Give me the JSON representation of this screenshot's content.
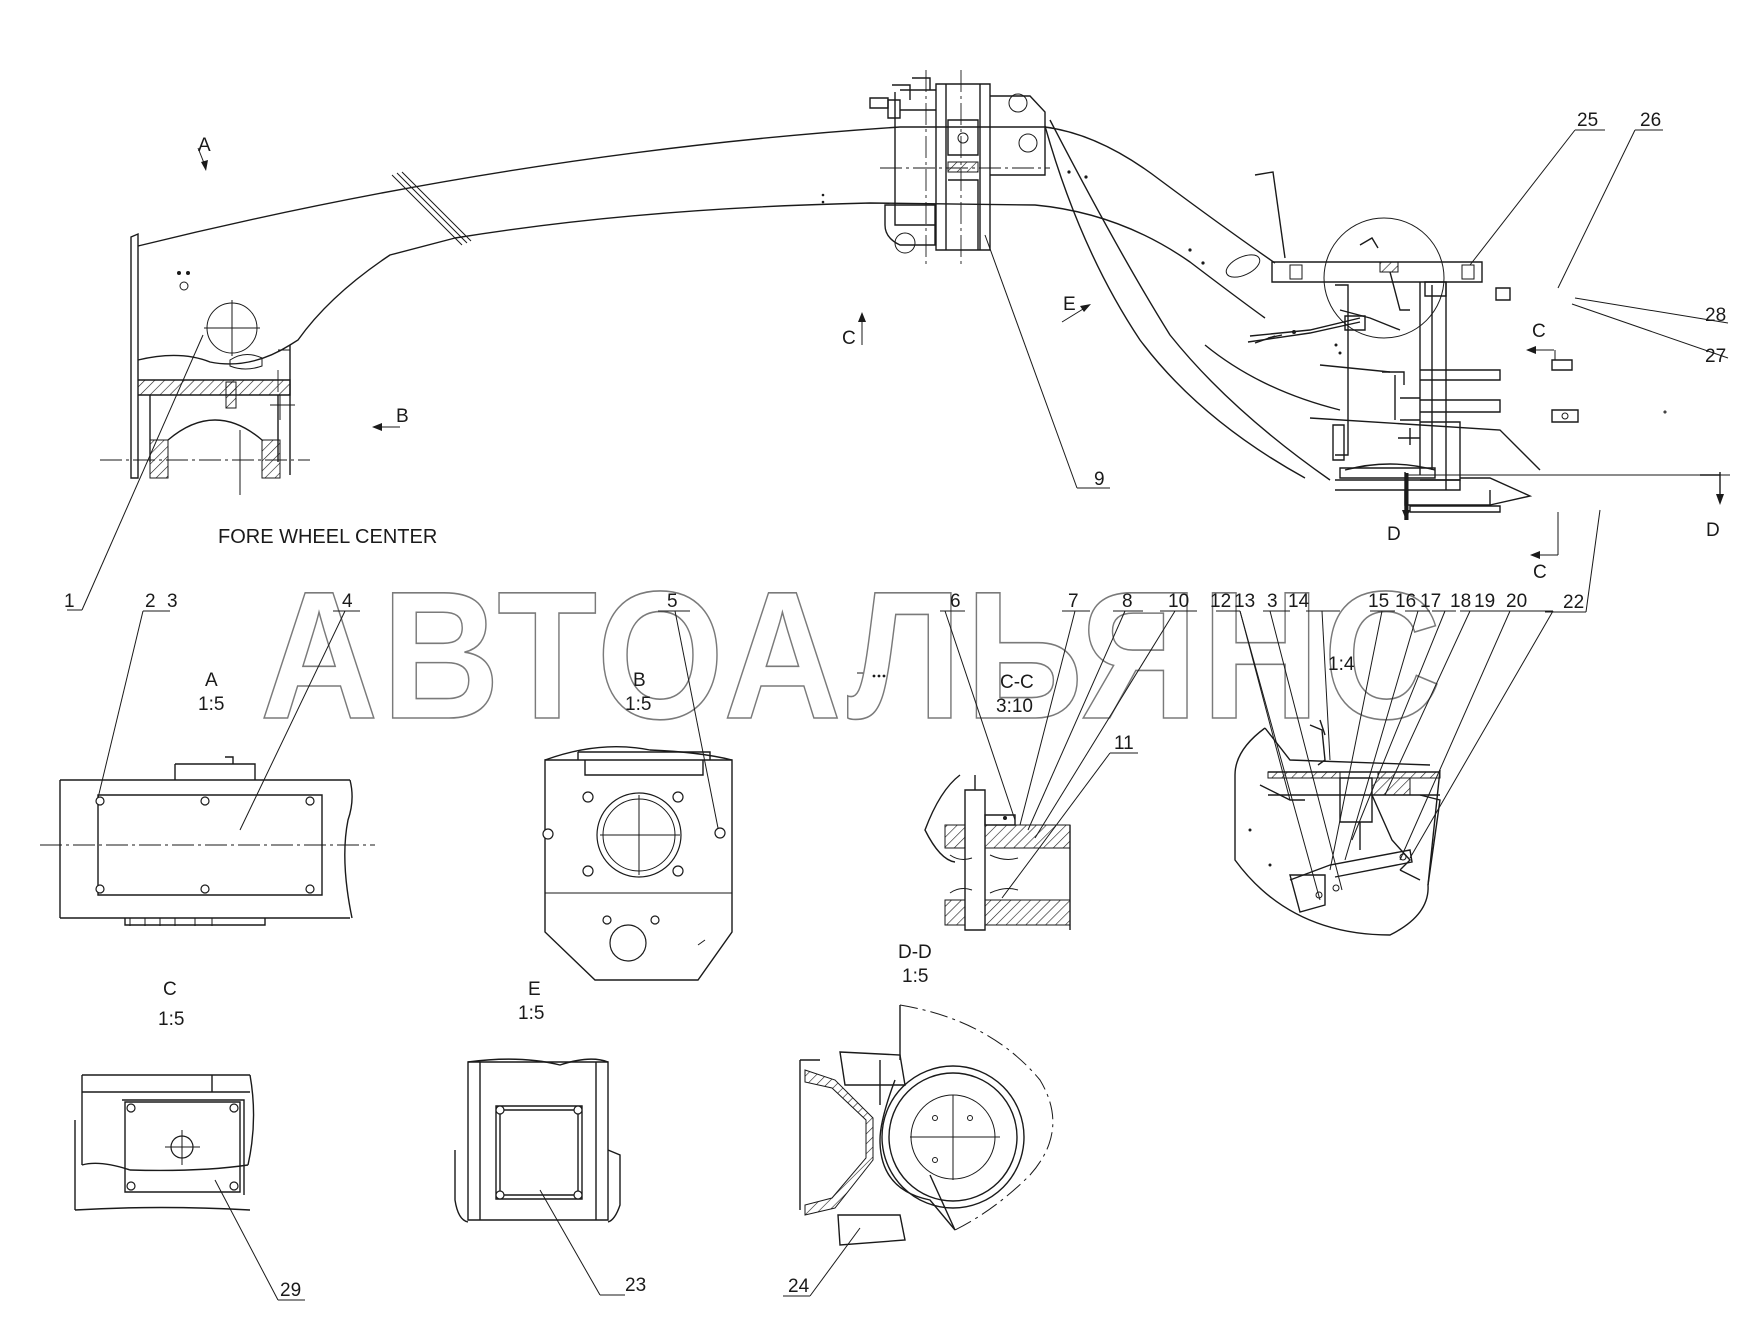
{
  "watermark": "АВТОАЛЬЯНС",
  "caption": "FORE WHEEL CENTER",
  "callouts": [
    "1",
    "2",
    "3",
    "4",
    "5",
    "6",
    "7",
    "8",
    "10",
    "11",
    "12",
    "13",
    "3",
    "14",
    "15",
    "16",
    "17",
    "18",
    "19",
    "20",
    "22",
    "25",
    "26",
    "28",
    "27",
    "9",
    "23",
    "24",
    "29"
  ],
  "view_marks": {
    "a": "A",
    "b": "B",
    "c": "C",
    "e": "E",
    "c_right_1": "C",
    "c_right_2": "C",
    "d_left": "D",
    "d_right": "D"
  },
  "views": {
    "a": {
      "name": "A",
      "scale": "1:5"
    },
    "b": {
      "name": "B",
      "scale": "1:5"
    },
    "cc": {
      "name": "C-C",
      "scale": "3:10"
    },
    "detail": {
      "scale": "1:4"
    },
    "c": {
      "name": "C",
      "scale": "1:5"
    },
    "e": {
      "name": "E",
      "scale": "1:5"
    },
    "dd": {
      "name": "D-D",
      "scale": "1:5"
    }
  }
}
